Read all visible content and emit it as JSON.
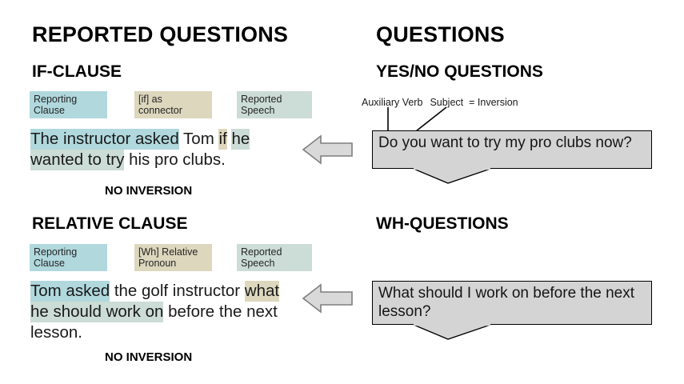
{
  "colors": {
    "highlight_reporting": "#b0d8dd",
    "highlight_connector": "#dcd7bd",
    "highlight_reported_speech": "#ccdcd6",
    "bubble_fill": "#d4d4d4",
    "bubble_border": "#000000",
    "arrow_fill": "#d9d9d9",
    "arrow_stroke": "#7f7f7f",
    "text": "#1a1a1a"
  },
  "left_column": {
    "heading": "REPORTED QUESTIONS",
    "sections": [
      {
        "heading": "IF-CLAUSE",
        "legend": [
          {
            "line1": "Reporting",
            "line2": "Clause",
            "color_key": "highlight_reporting"
          },
          {
            "line1": "[if] as",
            "line2": "connector",
            "color_key": "highlight_connector"
          },
          {
            "line1": "Reported",
            "line2": "Speech",
            "color_key": "highlight_reported_speech"
          }
        ],
        "example": {
          "full_text": "The instructor asked Tom if he wanted to try his pro clubs.",
          "parts": [
            {
              "text": "The instructor asked",
              "highlight": "highlight_reporting"
            },
            {
              "text": " Tom ",
              "highlight": "none"
            },
            {
              "text": "if",
              "highlight": "highlight_connector"
            },
            {
              "text": " ",
              "highlight": "none"
            },
            {
              "text": "he wanted to try",
              "highlight": "highlight_reported_speech"
            },
            {
              "text": " his pro clubs.",
              "highlight": "none"
            }
          ]
        },
        "footer": "NO INVERSION"
      },
      {
        "heading": "RELATIVE CLAUSE",
        "legend": [
          {
            "line1": "Reporting",
            "line2": "Clause",
            "color_key": "highlight_reporting"
          },
          {
            "line1": "[Wh] Relative",
            "line2": "Pronoun",
            "color_key": "highlight_connector"
          },
          {
            "line1": "Reported",
            "line2": "Speech",
            "color_key": "highlight_reported_speech"
          }
        ],
        "example": {
          "full_text": "Tom asked the golf instructor what he should work on before the next lesson.",
          "parts": [
            {
              "text": "Tom asked",
              "highlight": "highlight_reporting"
            },
            {
              "text": " the golf instructor ",
              "highlight": "none"
            },
            {
              "text": "what",
              "highlight": "highlight_connector"
            },
            {
              "text": " ",
              "highlight": "none"
            },
            {
              "text": "he should work on",
              "highlight": "highlight_reported_speech"
            },
            {
              "text": " before the next lesson.",
              "highlight": "none"
            }
          ]
        },
        "footer": "NO INVERSION"
      }
    ]
  },
  "right_column": {
    "heading": "QUESTIONS",
    "sections": [
      {
        "heading": "YES/NO QUESTIONS",
        "annotation": {
          "part1": "Auxiliary Verb",
          "part2": "Subject",
          "part3": "= Inversion"
        },
        "bubble_text": "Do you want to try my pro clubs now?"
      },
      {
        "heading": "WH-QUESTIONS",
        "annotation": null,
        "bubble_text": "What should I work on before the next lesson?"
      }
    ]
  },
  "arrows": [
    {
      "name": "arrow-yes-no-to-if-clause",
      "direction": "left"
    },
    {
      "name": "arrow-wh-to-relative-clause",
      "direction": "left"
    }
  ]
}
